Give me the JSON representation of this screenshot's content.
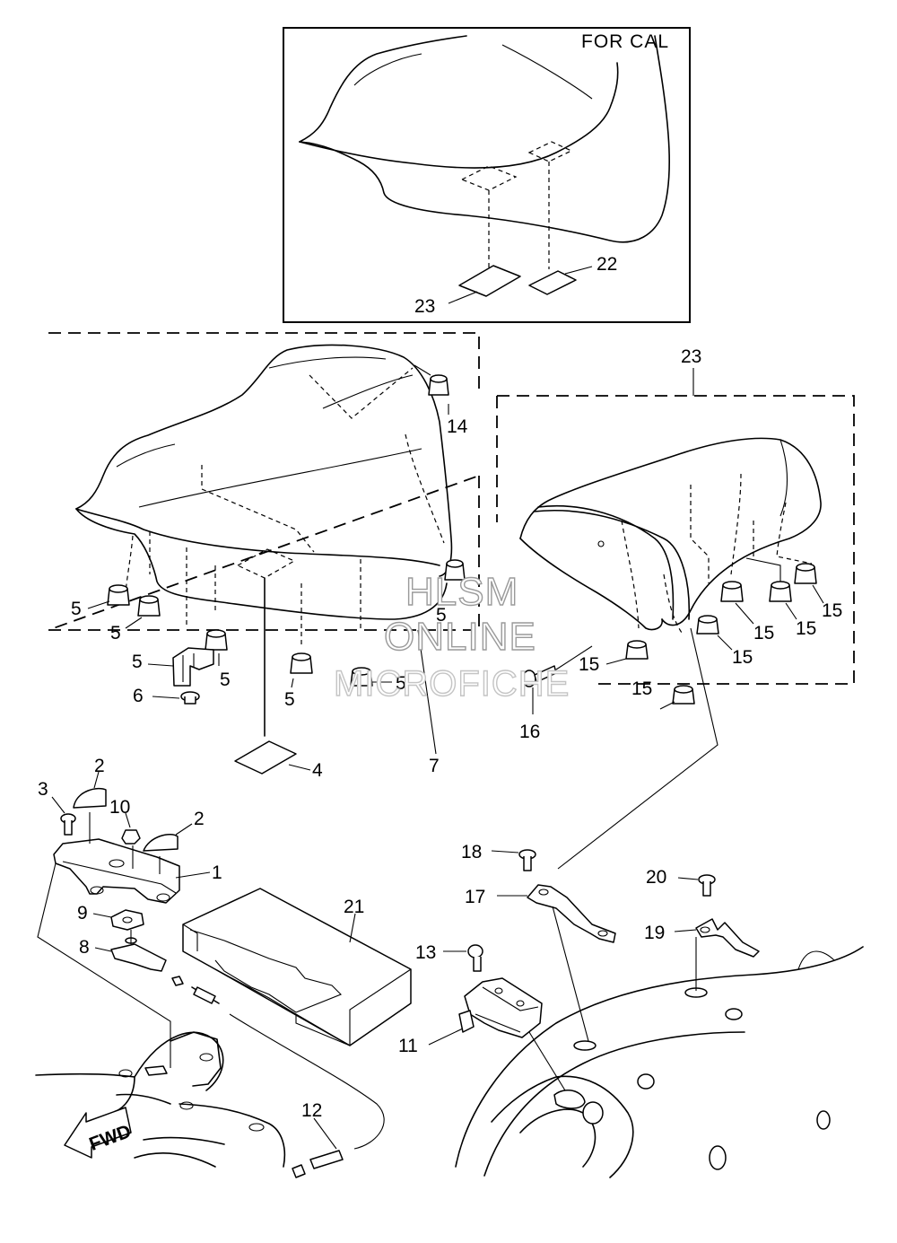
{
  "inset": {
    "label": "FOR CAL"
  },
  "watermark": {
    "line1": "HLSM",
    "line2": "ONLINE",
    "line3": "MICROFICHE"
  },
  "arrow": {
    "label": "FWD"
  },
  "callouts": [
    {
      "id": "c23-top",
      "text": "23"
    },
    {
      "id": "c22",
      "text": "22"
    },
    {
      "id": "c14",
      "text": "14"
    },
    {
      "id": "c5-a",
      "text": "5"
    },
    {
      "id": "c5-b",
      "text": "5"
    },
    {
      "id": "c5-c",
      "text": "5"
    },
    {
      "id": "c5-d",
      "text": "5"
    },
    {
      "id": "c5-e",
      "text": "5"
    },
    {
      "id": "c5-f",
      "text": "5"
    },
    {
      "id": "c5-g",
      "text": "5"
    },
    {
      "id": "c6",
      "text": "6"
    },
    {
      "id": "c7",
      "text": "7"
    },
    {
      "id": "c4",
      "text": "4"
    },
    {
      "id": "c23-mid",
      "text": "23"
    },
    {
      "id": "c15-a",
      "text": "15"
    },
    {
      "id": "c15-b",
      "text": "15"
    },
    {
      "id": "c15-c",
      "text": "15"
    },
    {
      "id": "c15-d",
      "text": "15"
    },
    {
      "id": "c15-e",
      "text": "15"
    },
    {
      "id": "c15-f",
      "text": "15"
    },
    {
      "id": "c16",
      "text": "16"
    },
    {
      "id": "c2-a",
      "text": "2"
    },
    {
      "id": "c2-b",
      "text": "2"
    },
    {
      "id": "c3",
      "text": "3"
    },
    {
      "id": "c10",
      "text": "10"
    },
    {
      "id": "c1",
      "text": "1"
    },
    {
      "id": "c9",
      "text": "9"
    },
    {
      "id": "c8",
      "text": "8"
    },
    {
      "id": "c21",
      "text": "21"
    },
    {
      "id": "c18",
      "text": "18"
    },
    {
      "id": "c17",
      "text": "17"
    },
    {
      "id": "c20",
      "text": "20"
    },
    {
      "id": "c19",
      "text": "19"
    },
    {
      "id": "c13",
      "text": "13"
    },
    {
      "id": "c12",
      "text": "12"
    },
    {
      "id": "c11",
      "text": "11"
    }
  ]
}
